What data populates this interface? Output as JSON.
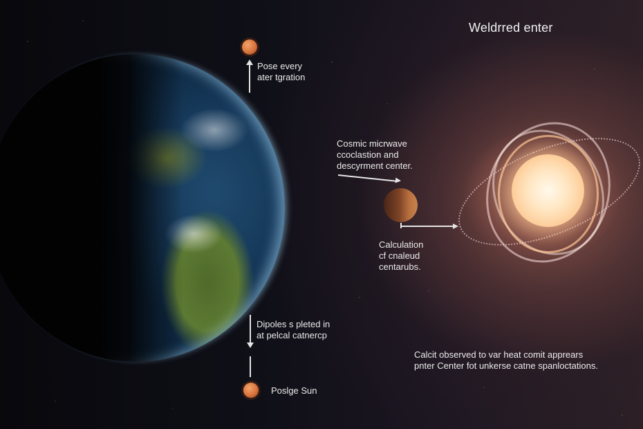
{
  "title": "Weldrred enter",
  "labels": {
    "top_orb": [
      "Pose every",
      "ater tgration"
    ],
    "cosmic": [
      "Cosmic micrwave",
      "ccoclastion and",
      "descyrment center."
    ],
    "calculation": [
      "Calculation",
      "cf cnaleud",
      "centarubs."
    ],
    "dipoles": [
      "Dipoles s pleted in",
      "at pelcal catnercp"
    ],
    "bottom_orb": "Poslge Sun",
    "footer": [
      "Calcit observed to var heat comit apprears",
      "pnter Center fot unkerse catne spanloctations."
    ]
  },
  "objects": {
    "earth": "earth-globe",
    "sun": "glowing-sun-with-rings",
    "mid_planet": "orange-planet",
    "top_orb": "small-orange-orb",
    "bottom_orb": "small-orange-orb"
  },
  "colors": {
    "background": "#0b0b12",
    "sun_core": "#ffe5c0",
    "orb": "#d8743d",
    "text": "#eaeaea"
  }
}
